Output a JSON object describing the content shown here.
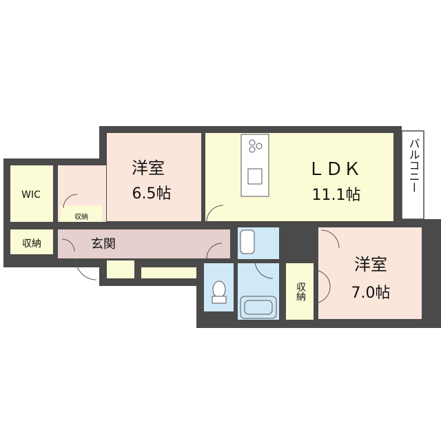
{
  "rooms": {
    "western_room_1": {
      "name": "洋室",
      "size": "6.5帖"
    },
    "ldk": {
      "name": "ＬＤＫ",
      "size": "11.1帖"
    },
    "western_room_2": {
      "name": "洋室",
      "size": "7.0帖"
    },
    "wic": {
      "name": "WIC"
    },
    "storage_small": {
      "name": "収納"
    },
    "storage_left": {
      "name": "収納"
    },
    "storage_right": {
      "name": "収納"
    },
    "entrance": {
      "name": "玄関"
    },
    "balcony": {
      "name": "バルコニー"
    }
  },
  "colors": {
    "wall": "#4a4a4a",
    "western_room": "#fbe6dc",
    "ldk": "#fbfbd6",
    "entrance": "#e6cfcf",
    "storage": "#fbfbd6",
    "wet_area": "#cfe9f8",
    "floor_white": "#ffffff"
  }
}
